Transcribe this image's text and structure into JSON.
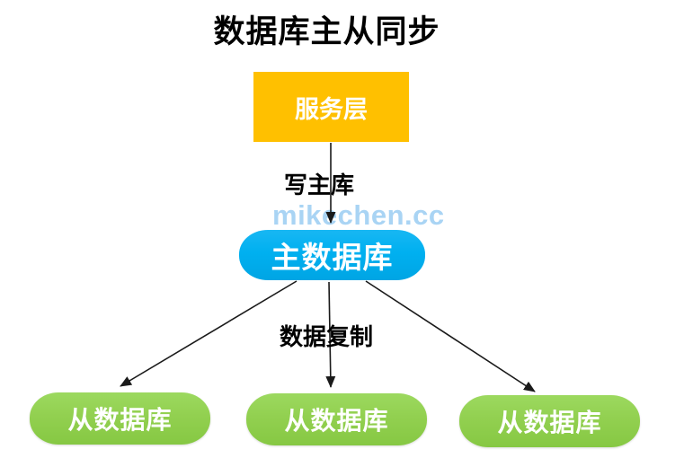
{
  "title": "数据库主从同步",
  "watermark": "mikechen.cc",
  "nodes": {
    "service_layer": {
      "label": "服务层",
      "shape": "rectangle",
      "color": "#FFC000"
    },
    "master_db": {
      "label": "主数据库",
      "shape": "oval",
      "color": "#00B0F0"
    },
    "slave_dbs": [
      {
        "label": "从数据库",
        "shape": "oval",
        "color": "#92D050"
      },
      {
        "label": "从数据库",
        "shape": "oval",
        "color": "#92D050"
      },
      {
        "label": "从数据库",
        "shape": "oval",
        "color": "#92D050"
      }
    ]
  },
  "edges": {
    "write": {
      "from": "服务层",
      "to": "主数据库",
      "label": "写主库"
    },
    "replicate": {
      "from": "主数据库",
      "to": "从数据库",
      "label": "数据复制"
    }
  },
  "colors": {
    "background": "#FFFFFF",
    "service_box": "#FFC000",
    "master_oval": "#00B0F0",
    "slave_oval": "#92D050",
    "node_text": "#FFFFFF",
    "label_text": "#000000",
    "arrow": "#1A1A1A",
    "watermark": "#A9D4F4"
  }
}
